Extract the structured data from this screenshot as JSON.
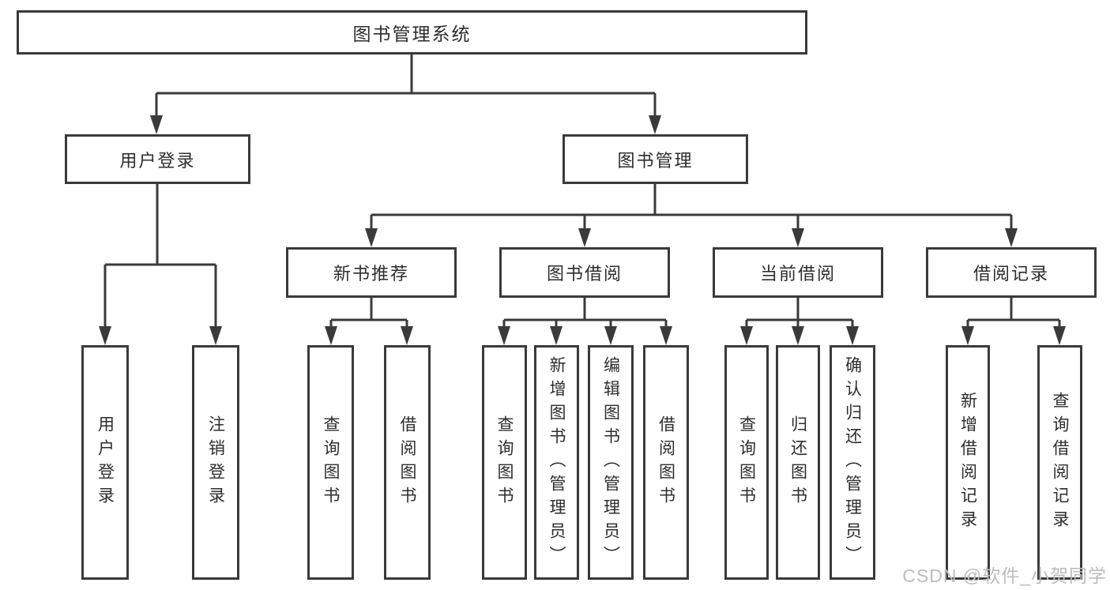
{
  "diagram": {
    "title": "图书管理系统",
    "colors": {
      "line": "#3a3a3a",
      "box_background": "#ffffff",
      "text": "#2d2d2d",
      "watermark": "#bcbcbc"
    },
    "nodes": {
      "root": "图书管理系统",
      "level2": [
        "用户登录",
        "图书管理"
      ],
      "level3": [
        "新书推荐",
        "图书借阅",
        "当前借阅",
        "借阅记录"
      ],
      "leaves_login": [
        "用户登录",
        "注销登录"
      ],
      "leaves_recommend": [
        "查询图书",
        "借阅图书"
      ],
      "leaves_borrow": [
        "查询图书",
        "新增图书（管理员）",
        "编辑图书（管理员）",
        "借阅图书"
      ],
      "leaves_current": [
        "查询图书",
        "归还图书",
        "确认归还（管理员）"
      ],
      "leaves_records": [
        "新增借阅记录",
        "查询借阅记录"
      ]
    },
    "watermark": "CSDN @软件_小贺同学"
  }
}
